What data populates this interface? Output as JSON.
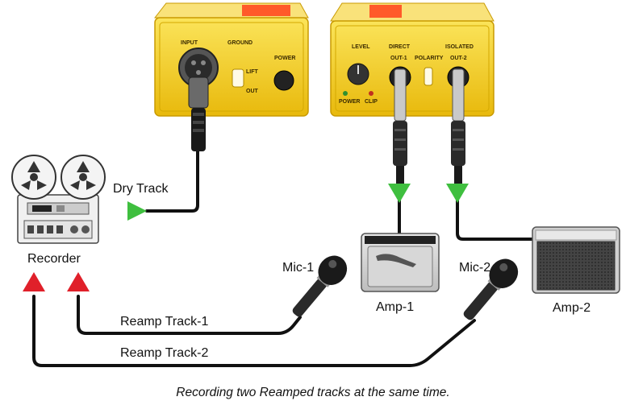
{
  "labels": {
    "dry_track": "Dry Track",
    "recorder": "Recorder",
    "mic1": "Mic-1",
    "mic2": "Mic-2",
    "amp1": "Amp-1",
    "amp2": "Amp-2",
    "reamp_track1": "Reamp Track-1",
    "reamp_track2": "Reamp Track-2"
  },
  "caption": "Recording two Reamped tracks at the same time.",
  "unit_left": {
    "input": "INPUT",
    "ground": "GROUND",
    "lift": "LIFT",
    "out": "OUT",
    "power": "POWER"
  },
  "unit_right": {
    "level": "LEVEL",
    "direct": "DIRECT",
    "isolated": "ISOLATED",
    "out1": "OUT-1",
    "out2": "OUT-2",
    "polarity": "POLARITY",
    "power": "POWER",
    "clip": "CLIP"
  },
  "colors": {
    "device_yellow": "#f5d21e",
    "arrow_green": "#3fbf3f",
    "arrow_red": "#e0202a",
    "cable": "#111111"
  }
}
